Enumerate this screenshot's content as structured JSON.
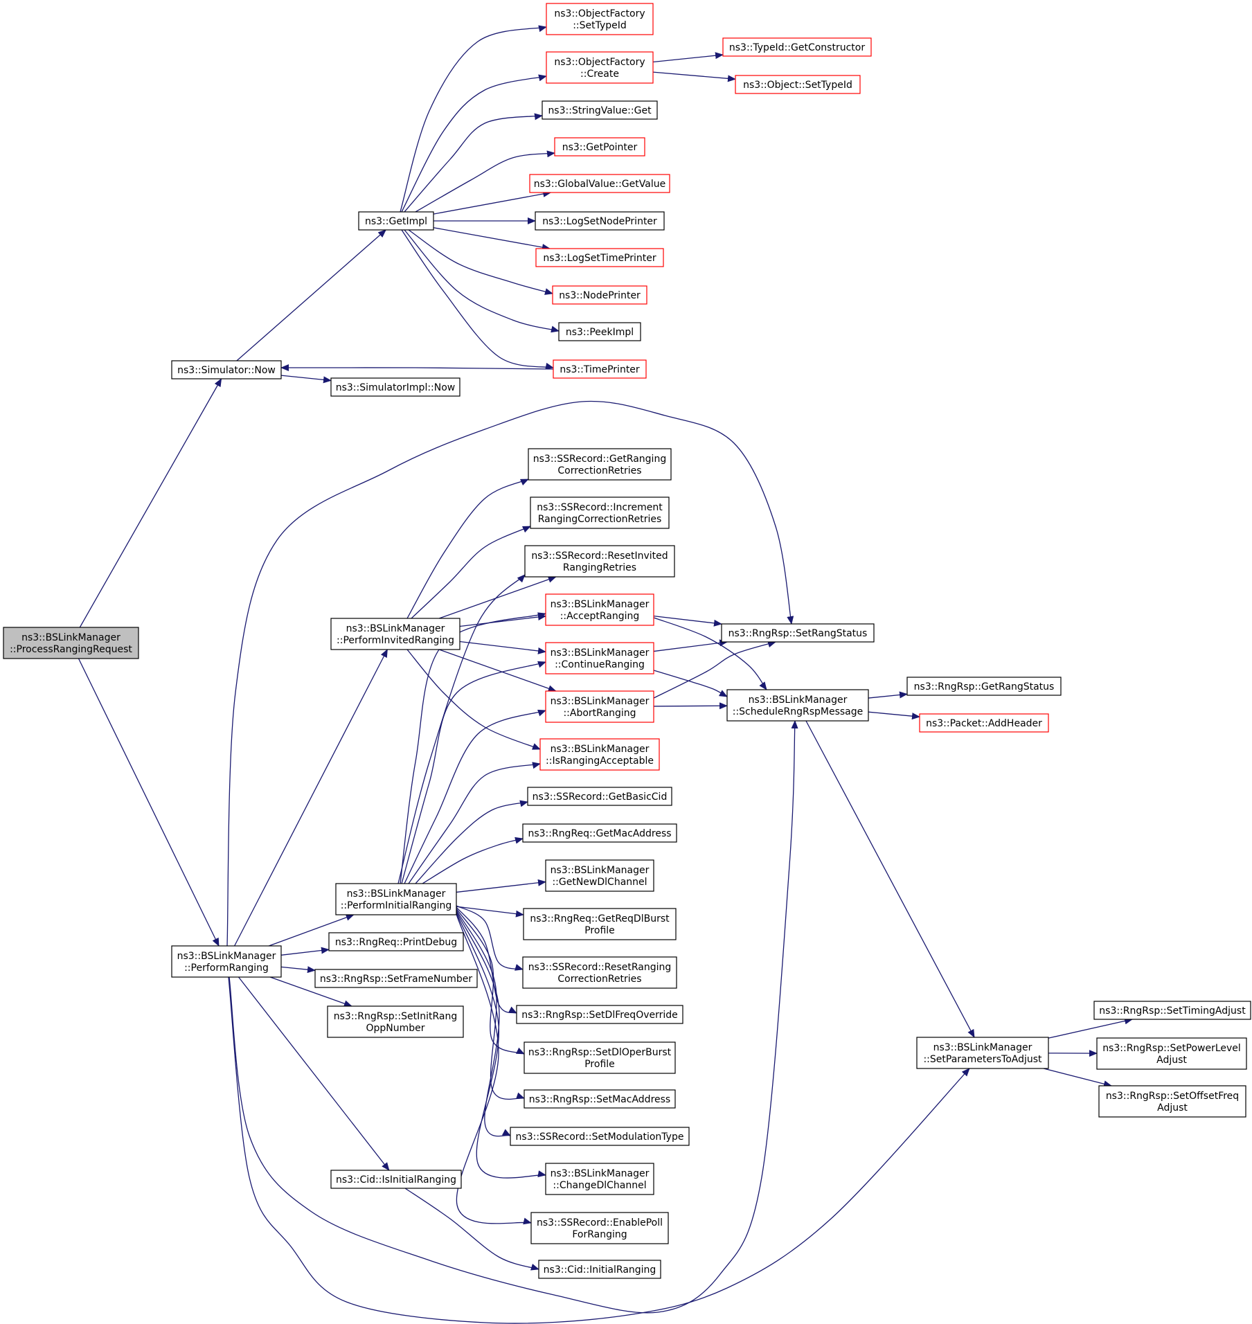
{
  "colors": {
    "edge": "#191970",
    "normal_border": "#000000",
    "highlight_border": "#ff0000",
    "root_fill": "#bfbfbf"
  },
  "nodes": {
    "process_ranging_request": {
      "lines": [
        "ns3::BSLinkManager",
        "::ProcessRangingRequest"
      ],
      "style": "root"
    },
    "simulator_now": {
      "lines": [
        "ns3::Simulator::Now"
      ],
      "style": "normal"
    },
    "get_impl": {
      "lines": [
        "ns3::GetImpl"
      ],
      "style": "normal"
    },
    "object_factory_set_type_id": {
      "lines": [
        "ns3::ObjectFactory",
        "::SetTypeId"
      ],
      "style": "red"
    },
    "object_factory_create": {
      "lines": [
        "ns3::ObjectFactory",
        "::Create"
      ],
      "style": "red"
    },
    "type_id_get_constructor": {
      "lines": [
        "ns3::TypeId::GetConstructor"
      ],
      "style": "red"
    },
    "object_set_type_id": {
      "lines": [
        "ns3::Object::SetTypeId"
      ],
      "style": "red"
    },
    "string_value_get": {
      "lines": [
        "ns3::StringValue::Get"
      ],
      "style": "normal"
    },
    "get_pointer": {
      "lines": [
        "ns3::GetPointer"
      ],
      "style": "red"
    },
    "global_value_get_value": {
      "lines": [
        "ns3::GlobalValue::GetValue"
      ],
      "style": "red"
    },
    "log_set_node_printer": {
      "lines": [
        "ns3::LogSetNodePrinter"
      ],
      "style": "normal"
    },
    "log_set_time_printer": {
      "lines": [
        "ns3::LogSetTimePrinter"
      ],
      "style": "red"
    },
    "node_printer": {
      "lines": [
        "ns3::NodePrinter"
      ],
      "style": "red"
    },
    "peek_impl": {
      "lines": [
        "ns3::PeekImpl"
      ],
      "style": "normal"
    },
    "time_printer": {
      "lines": [
        "ns3::TimePrinter"
      ],
      "style": "red"
    },
    "simulator_impl_now": {
      "lines": [
        "ns3::SimulatorImpl::Now"
      ],
      "style": "normal"
    },
    "perform_ranging": {
      "lines": [
        "ns3::BSLinkManager",
        "::PerformRanging"
      ],
      "style": "normal"
    },
    "perform_invited_ranging": {
      "lines": [
        "ns3::BSLinkManager",
        "::PerformInvitedRanging"
      ],
      "style": "normal"
    },
    "perform_initial_ranging": {
      "lines": [
        "ns3::BSLinkManager",
        "::PerformInitialRanging"
      ],
      "style": "normal"
    },
    "rng_req_print_debug": {
      "lines": [
        "ns3::RngReq::PrintDebug"
      ],
      "style": "normal"
    },
    "rng_rsp_set_frame_number": {
      "lines": [
        "ns3::RngRsp::SetFrameNumber"
      ],
      "style": "normal"
    },
    "rng_rsp_set_init_rang_opp_number": {
      "lines": [
        "ns3::RngRsp::SetInitRang",
        "OppNumber"
      ],
      "style": "normal"
    },
    "cid_is_initial_ranging": {
      "lines": [
        "ns3::Cid::IsInitialRanging"
      ],
      "style": "normal"
    },
    "ssrecord_get_ranging_correction_retries": {
      "lines": [
        "ns3::SSRecord::GetRanging",
        "CorrectionRetries"
      ],
      "style": "normal"
    },
    "ssrecord_increment_ranging_correction_retries": {
      "lines": [
        "ns3::SSRecord::Increment",
        "RangingCorrectionRetries"
      ],
      "style": "normal"
    },
    "ssrecord_reset_invited_ranging_retries": {
      "lines": [
        "ns3::SSRecord::ResetInvited",
        "RangingRetries"
      ],
      "style": "normal"
    },
    "accept_ranging": {
      "lines": [
        "ns3::BSLinkManager",
        "::AcceptRanging"
      ],
      "style": "red"
    },
    "continue_ranging": {
      "lines": [
        "ns3::BSLinkManager",
        "::ContinueRanging"
      ],
      "style": "red"
    },
    "abort_ranging": {
      "lines": [
        "ns3::BSLinkManager",
        "::AbortRanging"
      ],
      "style": "red"
    },
    "is_ranging_acceptable": {
      "lines": [
        "ns3::BSLinkManager",
        "::IsRangingAcceptable"
      ],
      "style": "red"
    },
    "ssrecord_get_basic_cid": {
      "lines": [
        "ns3::SSRecord::GetBasicCid"
      ],
      "style": "normal"
    },
    "rng_req_get_mac_address": {
      "lines": [
        "ns3::RngReq::GetMacAddress"
      ],
      "style": "normal"
    },
    "get_new_dl_channel": {
      "lines": [
        "ns3::BSLinkManager",
        "::GetNewDlChannel"
      ],
      "style": "normal"
    },
    "rng_req_get_req_dl_burst_profile": {
      "lines": [
        "ns3::RngReq::GetReqDlBurst",
        "Profile"
      ],
      "style": "normal"
    },
    "ssrecord_reset_ranging_correction_retries": {
      "lines": [
        "ns3::SSRecord::ResetRanging",
        "CorrectionRetries"
      ],
      "style": "normal"
    },
    "rng_rsp_set_dl_freq_override": {
      "lines": [
        "ns3::RngRsp::SetDlFreqOverride"
      ],
      "style": "normal"
    },
    "rng_rsp_set_dl_oper_burst_profile": {
      "lines": [
        "ns3::RngRsp::SetDlOperBurst",
        "Profile"
      ],
      "style": "normal"
    },
    "rng_rsp_set_mac_address": {
      "lines": [
        "ns3::RngRsp::SetMacAddress"
      ],
      "style": "normal"
    },
    "ssrecord_set_modulation_type": {
      "lines": [
        "ns3::SSRecord::SetModulationType"
      ],
      "style": "normal"
    },
    "change_dl_channel": {
      "lines": [
        "ns3::BSLinkManager",
        "::ChangeDlChannel"
      ],
      "style": "normal"
    },
    "ssrecord_enable_poll_for_ranging": {
      "lines": [
        "ns3::SSRecord::EnablePoll",
        "ForRanging"
      ],
      "style": "normal"
    },
    "cid_initial_ranging": {
      "lines": [
        "ns3::Cid::InitialRanging"
      ],
      "style": "normal"
    },
    "rng_rsp_set_rang_status": {
      "lines": [
        "ns3::RngRsp::SetRangStatus"
      ],
      "style": "normal"
    },
    "schedule_rng_rsp_message": {
      "lines": [
        "ns3::BSLinkManager",
        "::ScheduleRngRspMessage"
      ],
      "style": "normal"
    },
    "rng_rsp_get_rang_status": {
      "lines": [
        "ns3::RngRsp::GetRangStatus"
      ],
      "style": "normal"
    },
    "packet_add_header": {
      "lines": [
        "ns3::Packet::AddHeader"
      ],
      "style": "red"
    },
    "set_parameters_to_adjust": {
      "lines": [
        "ns3::BSLinkManager",
        "::SetParametersToAdjust"
      ],
      "style": "normal"
    },
    "rng_rsp_set_timing_adjust": {
      "lines": [
        "ns3::RngRsp::SetTimingAdjust"
      ],
      "style": "normal"
    },
    "rng_rsp_set_power_level_adjust": {
      "lines": [
        "ns3::RngRsp::SetPowerLevel",
        "Adjust"
      ],
      "style": "normal"
    },
    "rng_rsp_set_offset_freq_adjust": {
      "lines": [
        "ns3::RngRsp::SetOffsetFreq",
        "Adjust"
      ],
      "style": "normal"
    }
  },
  "edges": [
    [
      "process_ranging_request",
      "simulator_now"
    ],
    [
      "process_ranging_request",
      "perform_ranging"
    ],
    [
      "simulator_now",
      "get_impl"
    ],
    [
      "simulator_now",
      "simulator_impl_now"
    ],
    [
      "get_impl",
      "object_factory_set_type_id"
    ],
    [
      "get_impl",
      "object_factory_create"
    ],
    [
      "get_impl",
      "string_value_get"
    ],
    [
      "get_impl",
      "get_pointer"
    ],
    [
      "get_impl",
      "global_value_get_value"
    ],
    [
      "get_impl",
      "log_set_node_printer"
    ],
    [
      "get_impl",
      "log_set_time_printer"
    ],
    [
      "get_impl",
      "node_printer"
    ],
    [
      "get_impl",
      "peek_impl"
    ],
    [
      "get_impl",
      "time_printer"
    ],
    [
      "time_printer",
      "simulator_now"
    ],
    [
      "object_factory_create",
      "type_id_get_constructor"
    ],
    [
      "object_factory_create",
      "object_set_type_id"
    ],
    [
      "perform_ranging",
      "perform_invited_ranging"
    ],
    [
      "perform_ranging",
      "perform_initial_ranging"
    ],
    [
      "perform_ranging",
      "rng_req_print_debug"
    ],
    [
      "perform_ranging",
      "rng_rsp_set_frame_number"
    ],
    [
      "perform_ranging",
      "rng_rsp_set_init_rang_opp_number"
    ],
    [
      "perform_ranging",
      "cid_is_initial_ranging"
    ],
    [
      "perform_ranging",
      "rng_rsp_set_rang_status"
    ],
    [
      "perform_ranging",
      "schedule_rng_rsp_message"
    ],
    [
      "perform_ranging",
      "set_parameters_to_adjust"
    ],
    [
      "perform_invited_ranging",
      "ssrecord_get_ranging_correction_retries"
    ],
    [
      "perform_invited_ranging",
      "ssrecord_increment_ranging_correction_retries"
    ],
    [
      "perform_invited_ranging",
      "ssrecord_reset_invited_ranging_retries"
    ],
    [
      "perform_invited_ranging",
      "accept_ranging"
    ],
    [
      "perform_invited_ranging",
      "continue_ranging"
    ],
    [
      "perform_invited_ranging",
      "abort_ranging"
    ],
    [
      "perform_invited_ranging",
      "is_ranging_acceptable"
    ],
    [
      "perform_initial_ranging",
      "ssrecord_reset_invited_ranging_retries"
    ],
    [
      "perform_initial_ranging",
      "accept_ranging"
    ],
    [
      "perform_initial_ranging",
      "continue_ranging"
    ],
    [
      "perform_initial_ranging",
      "abort_ranging"
    ],
    [
      "perform_initial_ranging",
      "is_ranging_acceptable"
    ],
    [
      "perform_initial_ranging",
      "ssrecord_get_basic_cid"
    ],
    [
      "perform_initial_ranging",
      "rng_req_get_mac_address"
    ],
    [
      "perform_initial_ranging",
      "get_new_dl_channel"
    ],
    [
      "perform_initial_ranging",
      "rng_req_get_req_dl_burst_profile"
    ],
    [
      "perform_initial_ranging",
      "ssrecord_reset_ranging_correction_retries"
    ],
    [
      "perform_initial_ranging",
      "rng_rsp_set_dl_freq_override"
    ],
    [
      "perform_initial_ranging",
      "rng_rsp_set_dl_oper_burst_profile"
    ],
    [
      "perform_initial_ranging",
      "rng_rsp_set_mac_address"
    ],
    [
      "perform_initial_ranging",
      "ssrecord_set_modulation_type"
    ],
    [
      "perform_initial_ranging",
      "change_dl_channel"
    ],
    [
      "perform_initial_ranging",
      "ssrecord_enable_poll_for_ranging"
    ],
    [
      "accept_ranging",
      "rng_rsp_set_rang_status"
    ],
    [
      "accept_ranging",
      "schedule_rng_rsp_message"
    ],
    [
      "continue_ranging",
      "rng_rsp_set_rang_status"
    ],
    [
      "continue_ranging",
      "schedule_rng_rsp_message"
    ],
    [
      "abort_ranging",
      "rng_rsp_set_rang_status"
    ],
    [
      "abort_ranging",
      "schedule_rng_rsp_message"
    ],
    [
      "cid_is_initial_ranging",
      "cid_initial_ranging"
    ],
    [
      "schedule_rng_rsp_message",
      "rng_rsp_get_rang_status"
    ],
    [
      "schedule_rng_rsp_message",
      "packet_add_header"
    ],
    [
      "schedule_rng_rsp_message",
      "set_parameters_to_adjust"
    ],
    [
      "set_parameters_to_adjust",
      "rng_rsp_set_timing_adjust"
    ],
    [
      "set_parameters_to_adjust",
      "rng_rsp_set_power_level_adjust"
    ],
    [
      "set_parameters_to_adjust",
      "rng_rsp_set_offset_freq_adjust"
    ]
  ]
}
